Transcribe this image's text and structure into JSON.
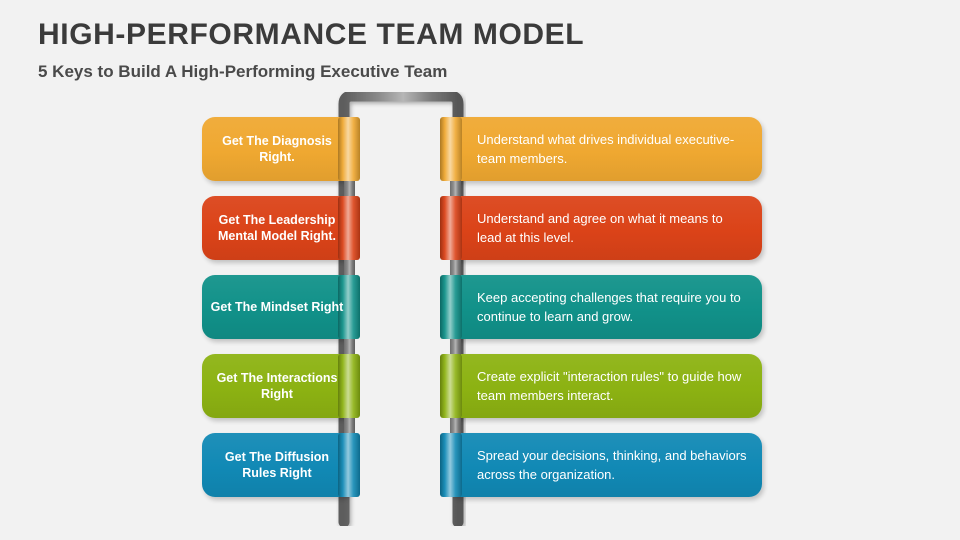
{
  "slide": {
    "background_color": "#F2F2F2",
    "title": "HIGH-PERFORMANCE TEAM MODEL",
    "subtitle": "5 Keys to Build A High-Performing Executive Team"
  },
  "diagram": {
    "type": "ladder",
    "rail_color": "#6E6E6E",
    "steps": [
      {
        "index": 1,
        "color": "#EFA831",
        "key": "Get The Diagnosis Right.",
        "description": "Understand what drives individual executive-team members."
      },
      {
        "index": 2,
        "color": "#DB4318",
        "key": "Get The Leadership Mental Model Right.",
        "description": "Understand and agree on what it means to lead at this level."
      },
      {
        "index": 3,
        "color": "#119189",
        "key": "Get The Mindset Right",
        "description": "Keep accepting challenges that require you to continue to learn and grow."
      },
      {
        "index": 4,
        "color": "#8CB212",
        "key": "Get The Interactions Right",
        "description": "Create explicit \"interaction rules\" to guide how team members interact."
      },
      {
        "index": 5,
        "color": "#1189B5",
        "key": "Get The Diffusion Rules Right",
        "description": "Spread your decisions, thinking, and behaviors across the organization."
      }
    ]
  }
}
